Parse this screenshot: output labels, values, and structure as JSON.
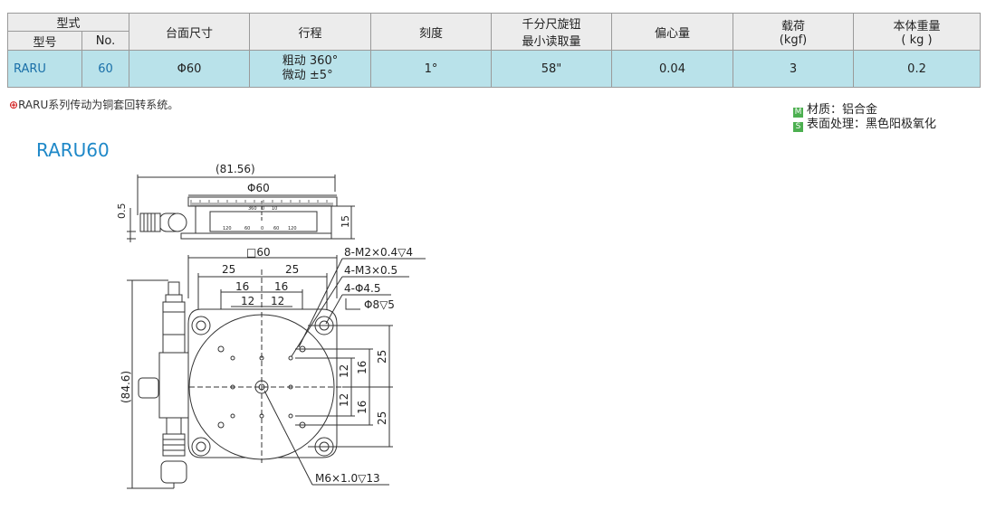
{
  "table": {
    "header": {
      "type_group": "型式",
      "model": "型号",
      "no": "No.",
      "table_size": "台面尺寸",
      "stroke": "行程",
      "scale": "刻度",
      "micrometer_l1": "千分尺旋钮",
      "micrometer_l2": "最小读取量",
      "eccentricity": "偏心量",
      "load_l1": "载荷",
      "load_l2": "(kgf)",
      "weight_l1": "本体重量",
      "weight_l2": "( kg )"
    },
    "row": {
      "model": "RARU",
      "no": "60",
      "table_size": "Φ60",
      "stroke_coarse": "粗动  360°",
      "stroke_fine": "微动  ±5°",
      "scale": "1°",
      "micrometer": "58\"",
      "eccentricity": "0.04",
      "load": "3",
      "weight": "0.2"
    }
  },
  "note": "RARU系列传动为铜套回转系统。",
  "material": {
    "m_badge": "M",
    "material_text": "材质：铝合金",
    "s_badge": "S",
    "surface_text": "表面处理：黑色阳极氧化"
  },
  "drawing_title": "RARU60",
  "dims": {
    "overall_width": "(81.56)",
    "dia60": "Φ60",
    "gap": "0.5",
    "height": "15",
    "square": "□60",
    "d25a": "25",
    "d25b": "25",
    "d16a": "16",
    "d16b": "16",
    "d12a": "12",
    "d12b": "12",
    "callout1": "8-M2×0.4▽4",
    "callout2": "4-M3×0.5",
    "callout3": "4-Φ4.5",
    "callout4": "Φ8▽5",
    "r12a": "12",
    "r16a": "16",
    "r25a": "25",
    "r12b": "12",
    "r16b": "16",
    "r25b": "25",
    "overall_height": "(84.6)",
    "center": "M6×1.0▽13",
    "scale_labels": [
      "120",
      "60",
      "0",
      "60",
      "120"
    ],
    "scale_top": [
      "360",
      "0",
      "10"
    ]
  }
}
